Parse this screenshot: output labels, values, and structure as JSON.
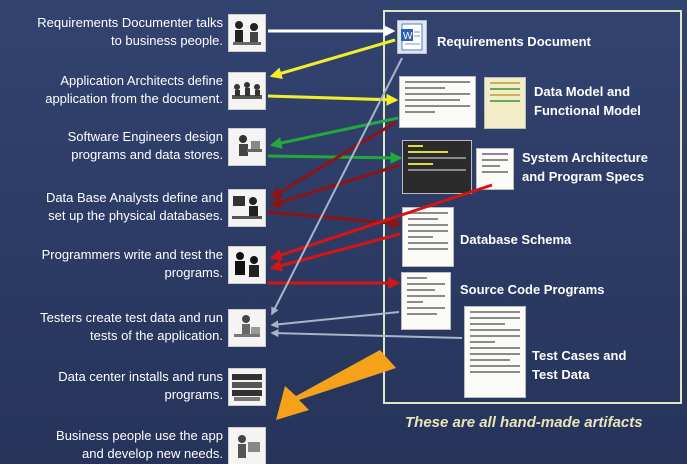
{
  "roles": [
    {
      "line1": "Requirements Documenter talks",
      "line2": "to business people."
    },
    {
      "line1": "Application Architects define",
      "line2": "application from the document."
    },
    {
      "line1": "Software Engineers design",
      "line2": "programs and data stores."
    },
    {
      "line1": "Data Base Analysts define and",
      "line2": "set up the physical databases."
    },
    {
      "line1": "Programmers write and test the",
      "line2": "programs."
    },
    {
      "line1": "Testers create test data and run",
      "line2": "tests of the application."
    },
    {
      "line1": "Data center installs and runs",
      "line2": "programs."
    },
    {
      "line1": "Business people use the app",
      "line2": "and develop new needs."
    }
  ],
  "artifacts": [
    {
      "line1": "Requirements Document",
      "line2": ""
    },
    {
      "line1": "Data Model and",
      "line2": "Functional Model"
    },
    {
      "line1": "System Architecture",
      "line2": "and Program Specs"
    },
    {
      "line1": "Database Schema",
      "line2": ""
    },
    {
      "line1": "Source Code Programs",
      "line2": ""
    },
    {
      "line1": "Test Cases and",
      "line2": "Test Data"
    }
  ],
  "footer_note": "These are all hand-made artifacts",
  "colors": {
    "background": "#2c3b63",
    "panel_border": "#dfe6c4",
    "white_arrow": "#ffffff",
    "yellow_arrow": "#f4ee2a",
    "green_arrow": "#23a83a",
    "darkred_arrow": "#8e1414",
    "red_arrow": "#d61414",
    "gray_arrow": "#a9b4c8",
    "orange_arrow": "#f5a11a",
    "footer_text": "#e8e6b8"
  }
}
